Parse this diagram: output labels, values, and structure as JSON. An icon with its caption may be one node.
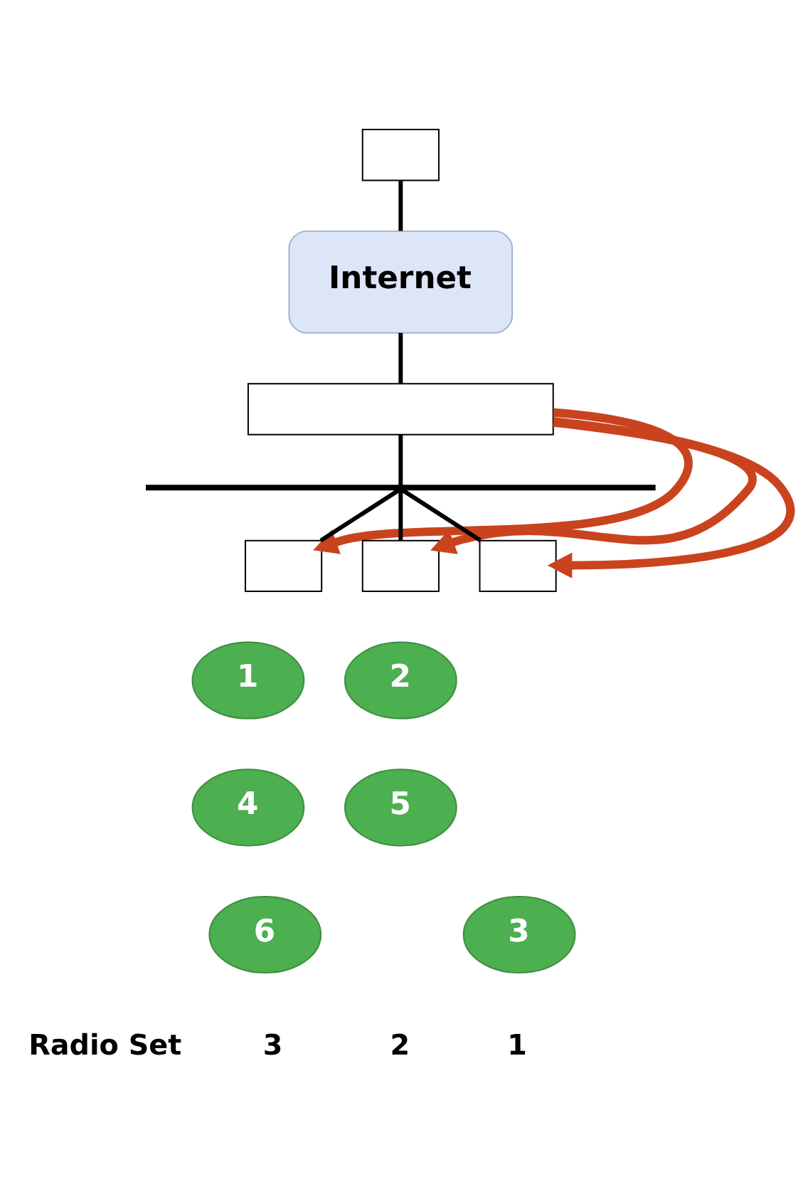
{
  "diagram": {
    "nodes": [
      {
        "text": [],
        "shape": "box"
      },
      {
        "text": [
          "Internet"
        ]
      },
      {
        "text": [],
        "shape": "box"
      },
      {
        "text": [],
        "shape": "bar"
      },
      {
        "text": [],
        "shape": "box"
      },
      {
        "text": [],
        "shape": "box"
      },
      {
        "text": [],
        "shape": "box"
      },
      {
        "text": [
          "1"
        ]
      },
      {
        "text": [
          "2"
        ]
      },
      {
        "text": [
          "3"
        ]
      },
      {
        "text": [
          "4"
        ]
      },
      {
        "text": [
          "5"
        ]
      },
      {
        "text": [
          "6"
        ]
      }
    ],
    "edges": [
      {
        "from": 0,
        "to": 1,
        "arrow": "none"
      },
      {
        "from": 1,
        "to": 2,
        "arrow": "none"
      },
      {
        "from": 2,
        "to": 3,
        "arrow": "none"
      },
      {
        "from": 3,
        "to": 4,
        "arrow": "none"
      },
      {
        "from": 3,
        "to": 5,
        "arrow": "none"
      },
      {
        "from": 3,
        "to": 6,
        "arrow": "none"
      },
      {
        "from": 2,
        "to": 4,
        "arrow": "to",
        "style": "thick",
        "color": "#c9431f"
      },
      {
        "from": 2,
        "to": 5,
        "arrow": "to",
        "style": "thick",
        "color": "#c9431f"
      },
      {
        "from": 2,
        "to": 6,
        "arrow": "to",
        "style": "thick",
        "color": "#c9431f"
      }
    ],
    "labels": [
      "Radio Set",
      "3",
      "2",
      "1"
    ]
  }
}
